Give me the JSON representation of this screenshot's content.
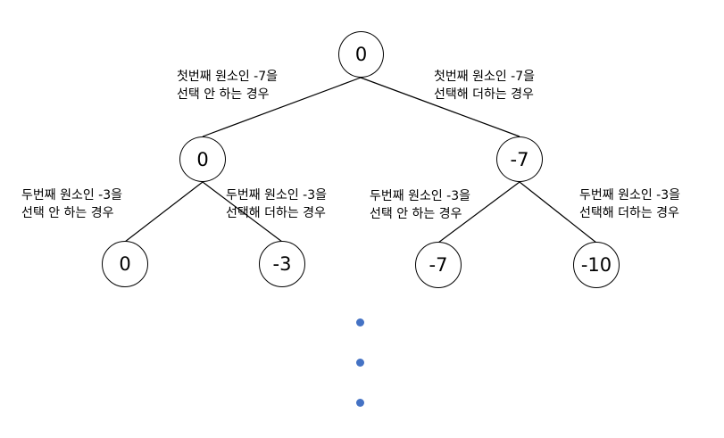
{
  "diagram": {
    "nodes": [
      {
        "id": "root",
        "value": "0"
      },
      {
        "id": "l",
        "value": "0"
      },
      {
        "id": "r",
        "value": "-7"
      },
      {
        "id": "ll",
        "value": "0"
      },
      {
        "id": "lr",
        "value": "-3"
      },
      {
        "id": "rl",
        "value": "-7"
      },
      {
        "id": "rr",
        "value": "-10"
      }
    ],
    "edge_labels": {
      "root_left": {
        "line1": "첫번째 원소인 -7을",
        "line2": "선택 안 하는 경우"
      },
      "root_right": {
        "line1": "첫번째 원소인 -7을",
        "line2": "선택해 더하는 경우"
      },
      "left_left": {
        "line1": "두번째 원소인 -3을",
        "line2": "선택 안 하는 경우"
      },
      "left_right": {
        "line1": "두번째 원소인 -3을",
        "line2": "선택해 더하는 경우"
      },
      "right_left": {
        "line1": "두번째 원소인 -3을",
        "line2": "선택 안 하는 경우"
      },
      "right_right": {
        "line1": "두번째 원소인 -3을",
        "line2": "선택해 더하는 경우"
      }
    },
    "ellipsis_color": "#4472c4"
  }
}
